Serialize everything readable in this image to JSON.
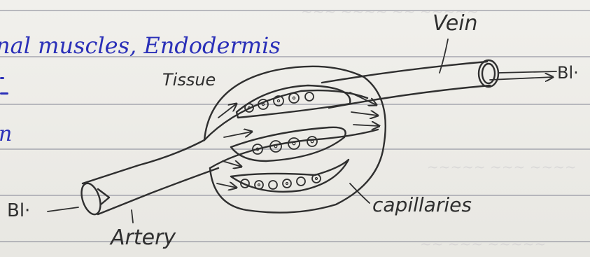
{
  "notes": {
    "heading_line": "nal muscles, Endodermis",
    "fragment_line3": "n"
  },
  "diagram": {
    "labels": {
      "vein": "Vein",
      "tissue": "Tissue",
      "capillaries": "capillaries",
      "artery": "Artery",
      "blood_in": "Bl·",
      "blood_out": "Bl·"
    }
  },
  "colors": {
    "ink_blue": "#2a2fb8",
    "pencil": "#2f2f2f",
    "rule_line": "#8b8d99",
    "paper": "#ecebe6"
  }
}
